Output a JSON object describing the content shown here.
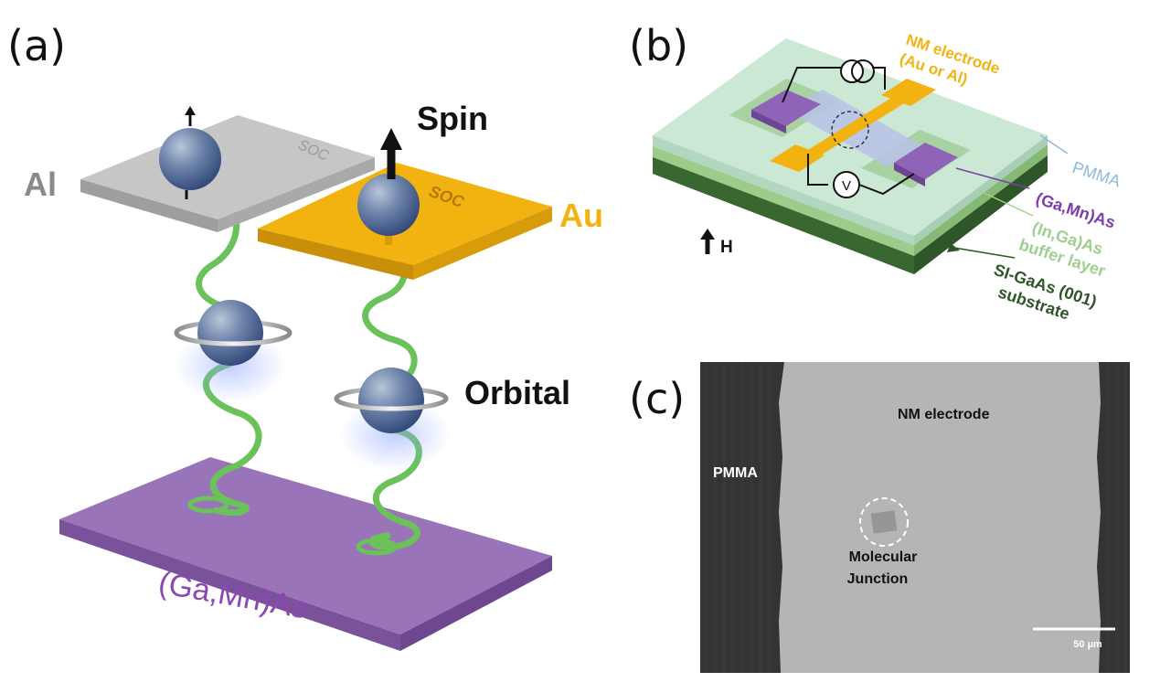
{
  "figure": {
    "panel_a": {
      "label": "(a)",
      "spin_label": "Spin",
      "orbital_label": "Orbital",
      "al_label": "Al",
      "au_label": "Au",
      "soc_left": "SOC",
      "soc_right": "SOC",
      "gamnas_label": "(Ga,Mn)As"
    },
    "panel_b": {
      "label": "(b)",
      "nm_electrode_line1": "NM electrode",
      "nm_electrode_line2": "(Au or Al)",
      "pmma": "PMMA",
      "gamnas": "(Ga,Mn)As",
      "ingaas_line1": "(In,Ga)As",
      "ingaas_line2": "buffer layer",
      "substrate_line1": "SI-GaAs (001)",
      "substrate_line2": "substrate",
      "field_label": "H",
      "voltmeter": "V"
    },
    "panel_c": {
      "label": "(c)",
      "pmma": "PMMA",
      "nm_electrode": "NM electrode",
      "junction_line1": "Molecular",
      "junction_line2": "Junction",
      "scale_bar": "50 µm"
    },
    "colors": {
      "gold": "#f2b311",
      "purple": "#8e68ad",
      "gray": "#bcbcbc",
      "green_helix": "#66bb55",
      "pmma_light": "#cfe9d8",
      "substrate_dark": "#3c6a33",
      "buffer_green": "#9fcf8f",
      "gamnas_label": "#7a3fa8",
      "pmma_label": "#8fb9d8"
    }
  }
}
